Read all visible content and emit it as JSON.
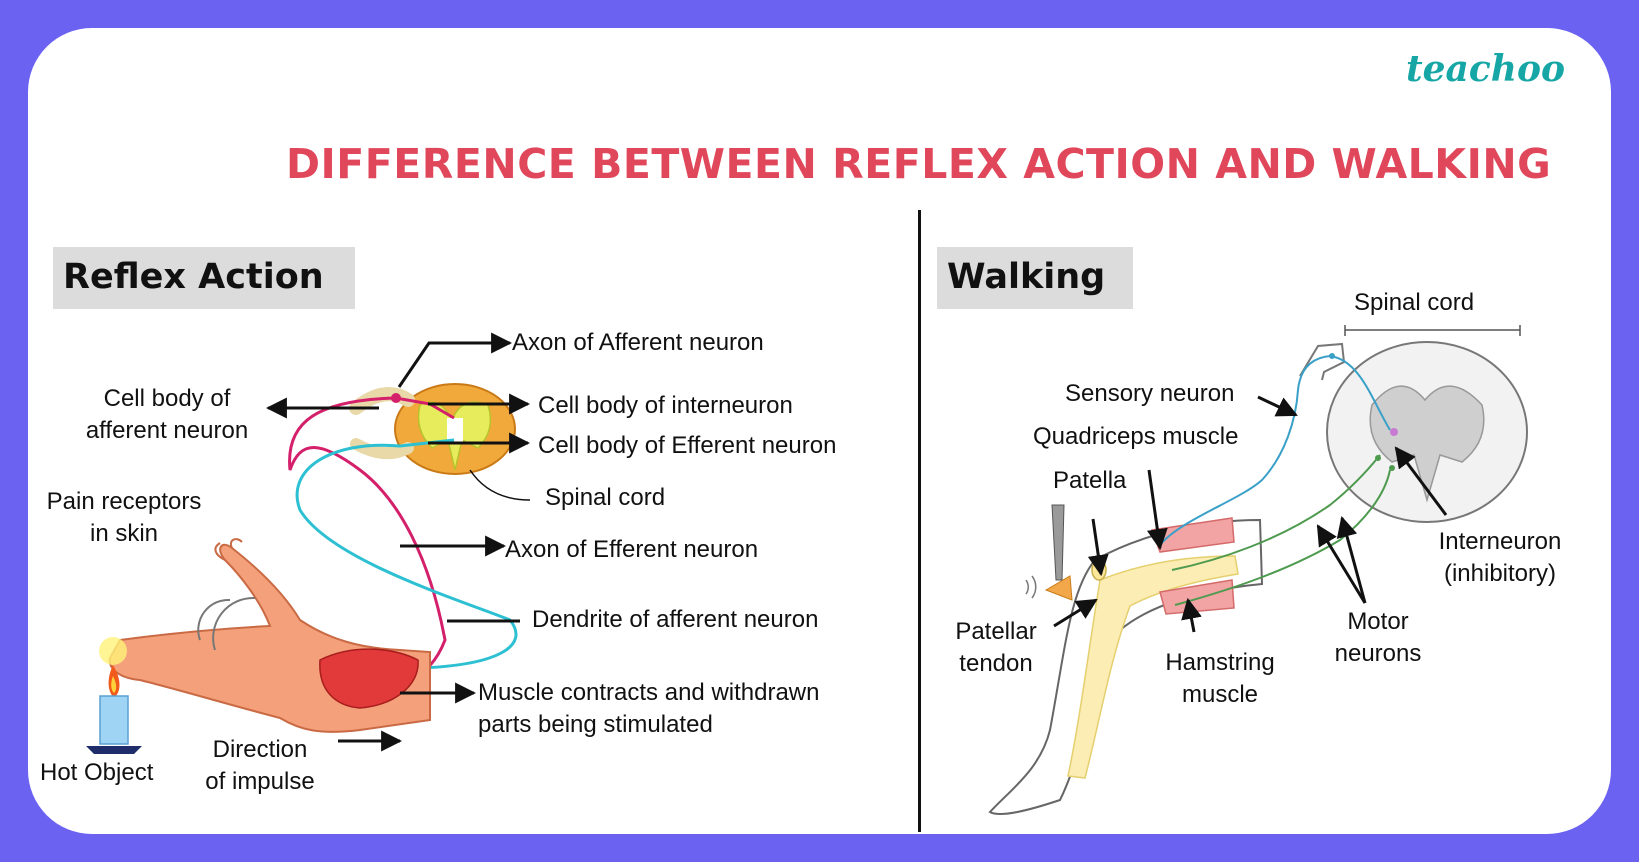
{
  "brand": {
    "logo_text": "teachoo",
    "frame_color": "#6b62f2",
    "logo_color": "#17a6a6",
    "title_color": "#e0475b"
  },
  "title": "DIFFERENCE BETWEEN REFLEX ACTION AND WALKING",
  "reflex": {
    "heading": "Reflex Action",
    "labels": {
      "axon_afferent": "Axon of Afferent neuron",
      "cell_body_afferent_1": "Cell body of",
      "cell_body_afferent_2": "afferent neuron",
      "cell_body_interneuron": "Cell body of interneuron",
      "cell_body_efferent": "Cell body of Efferent neuron",
      "spinal_cord": "Spinal cord",
      "pain_receptors_1": "Pain receptors",
      "pain_receptors_2": "in skin",
      "axon_efferent": "Axon of Efferent neuron",
      "dendrite_afferent": "Dendrite of afferent neuron",
      "muscle_contracts_1": "Muscle contracts and withdrawn",
      "muscle_contracts_2": "parts being stimulated",
      "hot_object": "Hot Object",
      "direction_1": "Direction",
      "direction_2": "of impulse"
    }
  },
  "walking": {
    "heading": "Walking",
    "labels": {
      "spinal_cord": "Spinal cord",
      "sensory_neuron": "Sensory neuron",
      "quadriceps": "Quadriceps muscle",
      "patella": "Patella",
      "interneuron_1": "Interneuron",
      "interneuron_2": "(inhibitory)",
      "patellar_1": "Patellar",
      "patellar_2": "tendon",
      "motor_1": "Motor",
      "motor_2": "neurons",
      "hamstring_1": "Hamstring",
      "hamstring_2": "muscle"
    }
  }
}
